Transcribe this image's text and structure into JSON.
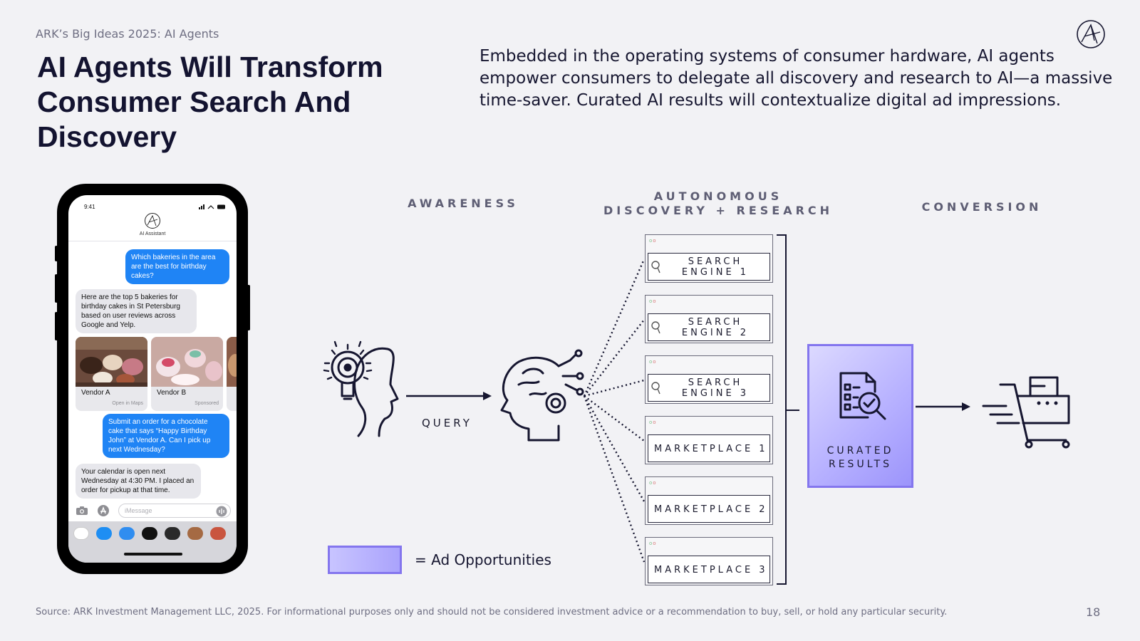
{
  "header": {
    "eyebrow": "ARK’s Big Ideas 2025: AI Agents",
    "title": "AI Agents Will Transform Consumer Search And Discovery",
    "lede": "Embedded in the operating systems of consumer hardware, AI agents empower consumers to delegate all discovery and research to AI—a massive time-saver. Curated AI results will contextualize digital ad impressions."
  },
  "stages": {
    "awareness": "AWARENESS",
    "autonomous_1": "AUTONOMOUS",
    "autonomous_2": "DISCOVERY + RESEARCH",
    "conversion": "CONVERSION"
  },
  "query_label": "QUERY",
  "engines": [
    {
      "line1": "SEARCH",
      "line2": "ENGINE 1"
    },
    {
      "line1": "SEARCH",
      "line2": "ENGINE 2"
    },
    {
      "line1": "SEARCH",
      "line2": "ENGINE 3"
    },
    {
      "line1": "MARKETPLACE 1"
    },
    {
      "line1": "MARKETPLACE 2"
    },
    {
      "line1": "MARKETPLACE 3"
    }
  ],
  "curated": {
    "line1": "CURATED",
    "line2": "RESULTS"
  },
  "legend": {
    "label": "= Ad Opportunities"
  },
  "phone": {
    "time": "9:41",
    "contact": "AI Assistant",
    "msg1": "Which bakeries in the area are the best for birthday cakes?",
    "msg2": "Here are the top 5 bakeries for birthday cakes in St Petersburg based on user reviews across Google and Yelp.",
    "vendor_a": "Vendor A",
    "vendor_a_sub": "Open in Maps",
    "vendor_b": "Vendor B",
    "vendor_b_sub": "Sponsored",
    "msg3": "Submit an order for a chocolate cake that says “Happy Birthday John” at Vendor A. Can I pick up next Wednesday?",
    "msg4": "Your calendar is open next Wednesday at 4:30 PM. I placed an order for pickup at that time.",
    "input_placeholder": "iMessage"
  },
  "footer": {
    "source": "Source: ARK Investment Management LLC, 2025. For informational purposes only and should not be considered investment advice or a recommendation to buy, sell, or hold any particular security.",
    "page": "18"
  },
  "colors": {
    "navy": "#161630",
    "accent": "#8476ee",
    "imessage_blue": "#1f84f5"
  }
}
